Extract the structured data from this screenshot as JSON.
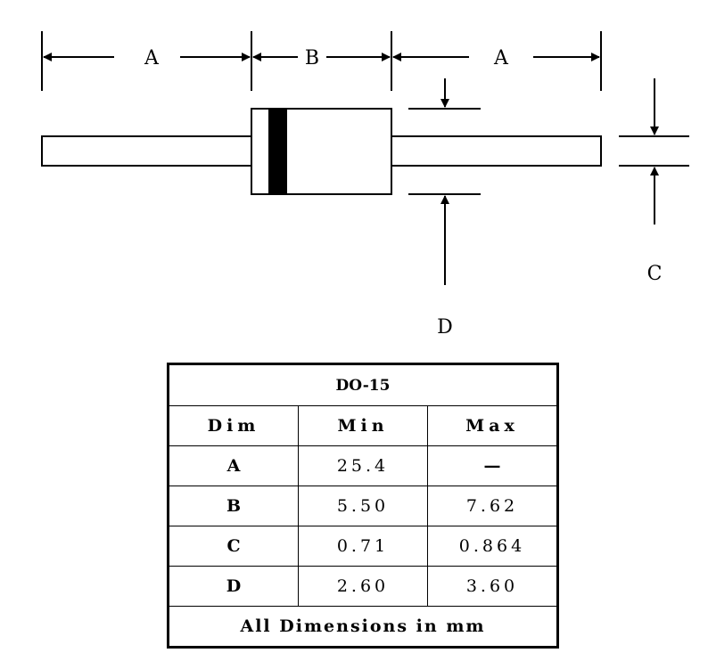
{
  "diagram": {
    "labels": {
      "a_left": "A",
      "b": "B",
      "a_right": "A",
      "c": "C",
      "d": "D"
    }
  },
  "table": {
    "title": "DO-15",
    "headers": [
      "Dim",
      "Min",
      "Max"
    ],
    "rows": [
      {
        "dim": "A",
        "min": "25.4",
        "max": "—"
      },
      {
        "dim": "B",
        "min": "5.50",
        "max": "7.62"
      },
      {
        "dim": "C",
        "min": "0.71",
        "max": "0.864"
      },
      {
        "dim": "D",
        "min": "2.60",
        "max": "3.60"
      }
    ],
    "footer": "All Dimensions in mm"
  }
}
